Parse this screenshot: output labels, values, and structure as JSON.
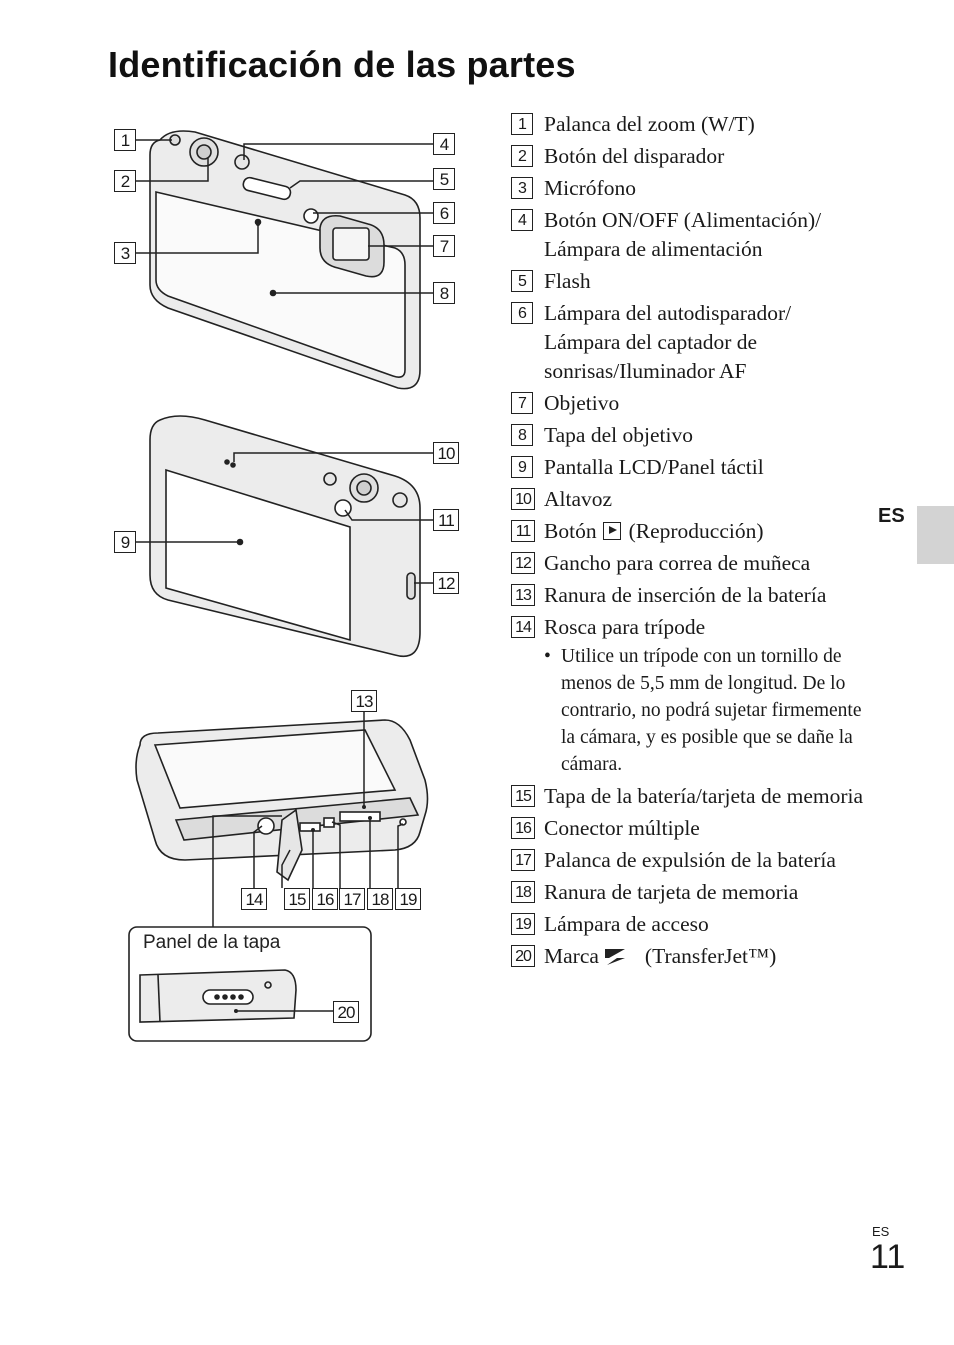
{
  "page": {
    "title": "Identificación de las partes",
    "side_tab": "ES",
    "footer_lang": "ES",
    "page_number": "11"
  },
  "diagram": {
    "panel_label": "Panel de la tapa",
    "callouts": [
      "1",
      "2",
      "3",
      "4",
      "5",
      "6",
      "7",
      "8",
      "9",
      "10",
      "11",
      "12",
      "13",
      "14",
      "15",
      "16",
      "17",
      "18",
      "19",
      "20"
    ]
  },
  "parts": [
    {
      "num": "1",
      "label": "Palanca del zoom (W/T)"
    },
    {
      "num": "2",
      "label": "Botón del disparador"
    },
    {
      "num": "3",
      "label": "Micrófono"
    },
    {
      "num": "4",
      "label": "Botón ON/OFF (Alimentación)/ Lámpara de alimentación"
    },
    {
      "num": "5",
      "label": "Flash"
    },
    {
      "num": "6",
      "label": "Lámpara del autodisparador/ Lámpara del captador de sonrisas/Iluminador AF"
    },
    {
      "num": "7",
      "label": "Objetivo"
    },
    {
      "num": "8",
      "label": "Tapa del objetivo"
    },
    {
      "num": "9",
      "label": "Pantalla LCD/Panel táctil"
    },
    {
      "num": "10",
      "label": "Altavoz"
    },
    {
      "num": "11",
      "label_pre": "Botón",
      "label_post": "(Reproducción)",
      "icon": "play-icon"
    },
    {
      "num": "12",
      "label": "Gancho para correa de muñeca"
    },
    {
      "num": "13",
      "label": "Ranura de inserción de la batería"
    },
    {
      "num": "14",
      "label": "Rosca para trípode",
      "note": "Utilice un trípode con un tornillo de menos de 5,5 mm de longitud. De lo contrario, no podrá sujetar firmemente la cámara, y es posible que se dañe la cámara."
    },
    {
      "num": "15",
      "label": "Tapa de la batería/tarjeta de memoria"
    },
    {
      "num": "16",
      "label": "Conector múltiple"
    },
    {
      "num": "17",
      "label": "Palanca de expulsión de la batería"
    },
    {
      "num": "18",
      "label": "Ranura de tarjeta de memoria"
    },
    {
      "num": "19",
      "label": "Lámpara de acceso"
    },
    {
      "num": "20",
      "label_pre": "Marca",
      "label_post": "(TransferJet™)",
      "icon": "transferjet-icon"
    }
  ]
}
